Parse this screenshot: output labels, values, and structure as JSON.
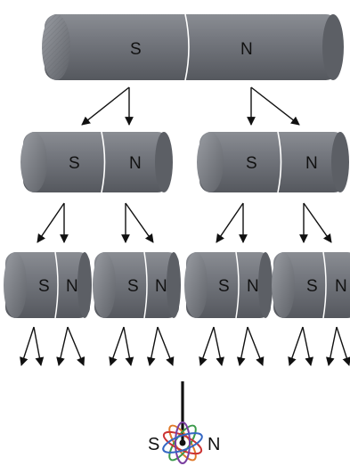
{
  "diagram": {
    "pole_labels": {
      "south": "S",
      "north": "N"
    },
    "levels": [
      {
        "level": 1,
        "magnet_count": 1
      },
      {
        "level": 2,
        "magnet_count": 2
      },
      {
        "level": 3,
        "magnet_count": 4
      }
    ],
    "atom": {
      "label_left": "S",
      "label_right": "N"
    },
    "colors": {
      "magnet_body": "#707379",
      "magnet_dark": "#4f5258",
      "divider": "#ffffff",
      "arrow": "#111111",
      "orbit_1": "#cc3333",
      "orbit_2": "#3b9a4b",
      "orbit_3": "#3467c4",
      "orbit_4": "#7a3fa0",
      "orbit_5": "#e07a2a"
    }
  }
}
